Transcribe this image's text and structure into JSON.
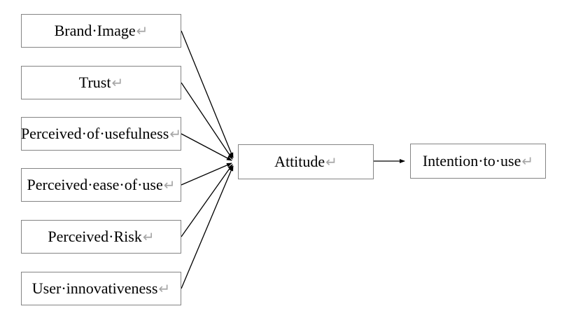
{
  "diagram": {
    "type": "conceptual-model-flow",
    "left_factors": [
      {
        "label": "Brand·Image"
      },
      {
        "label": "Trust"
      },
      {
        "label": "Perceived·of·usefulness"
      },
      {
        "label": "Perceived·ease·of·use"
      },
      {
        "label": "Perceived·Risk"
      },
      {
        "label": "User·innovativeness"
      }
    ],
    "mediator": {
      "label": "Attitude"
    },
    "outcome": {
      "label": "Intention·to·use"
    },
    "formatting_return_mark": "↵",
    "edges": [
      {
        "from": "Brand Image",
        "to": "Attitude"
      },
      {
        "from": "Trust",
        "to": "Attitude"
      },
      {
        "from": "Perceived of usefulness",
        "to": "Attitude"
      },
      {
        "from": "Perceived ease of use",
        "to": "Attitude"
      },
      {
        "from": "Perceived Risk",
        "to": "Attitude"
      },
      {
        "from": "User innovativeness",
        "to": "Attitude"
      },
      {
        "from": "Attitude",
        "to": "Intention to use"
      }
    ],
    "colors": {
      "background": "#ffffff",
      "box_border": "#848484",
      "box_fill": "#ffffff",
      "arrow": "#000000",
      "text": "#000000",
      "formatting_mark": "#a6a6a6"
    }
  }
}
